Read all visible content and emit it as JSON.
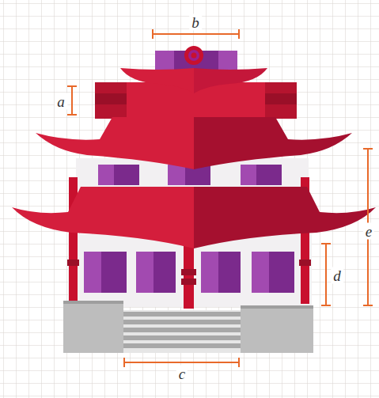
{
  "diagram": {
    "labels": [
      "b",
      "a",
      "e",
      "d",
      "c"
    ]
  }
}
